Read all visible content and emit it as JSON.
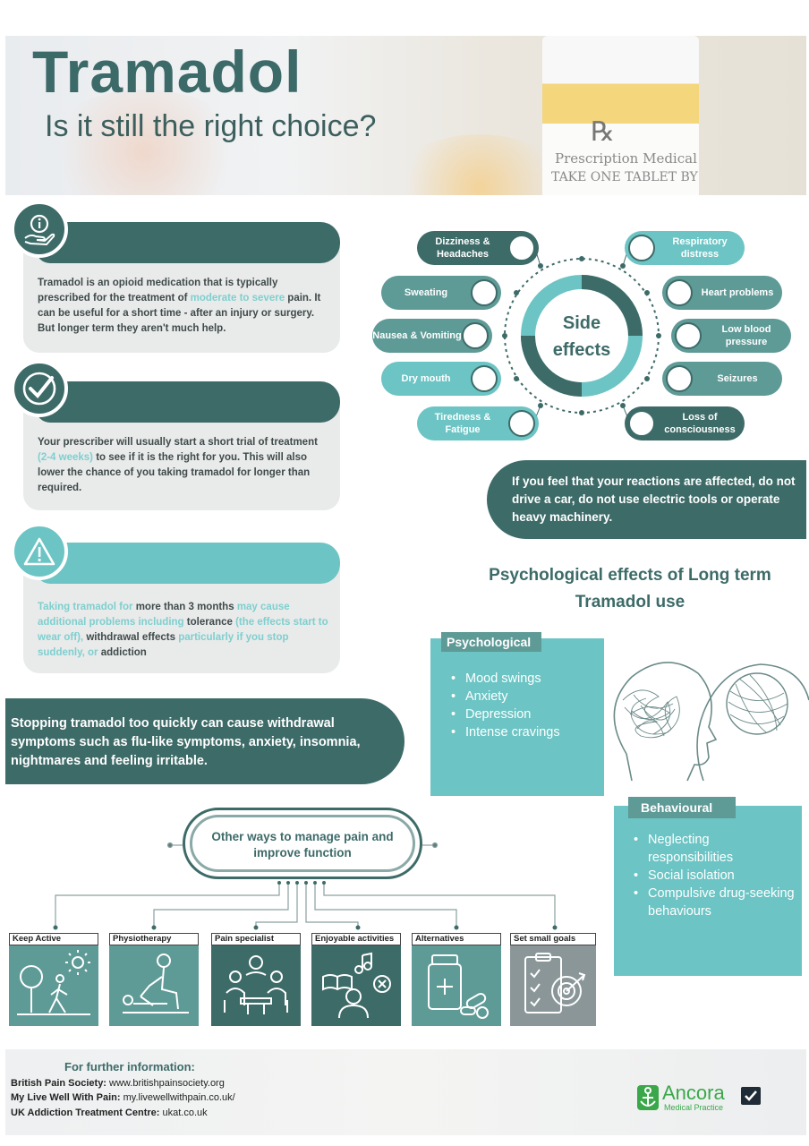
{
  "header": {
    "title": "Tramadol",
    "subtitle": "Is it still the right choice?",
    "bottle_rx": "℞",
    "bottle_label_1": "Prescription Medical",
    "bottle_label_2": "TAKE ONE TABLET BY"
  },
  "cards": [
    {
      "icon": "info-hand-icon",
      "text_parts": [
        {
          "t": "Tramadol is an opioid medication that is typically prescribed for the treatment of ",
          "hl": false
        },
        {
          "t": "moderate to severe",
          "hl": true
        },
        {
          "t": " pain. It can be useful for a short time - after an injury or surgery. But longer term they aren't much help.",
          "hl": false
        }
      ]
    },
    {
      "icon": "checkmark-icon",
      "text_parts": [
        {
          "t": "Your prescriber will usually start a short trial of treatment ",
          "hl": false
        },
        {
          "t": "(2-4 weeks)",
          "hl": true
        },
        {
          "t": " to see if it is the right for you. This will also lower the chance of you taking tramadol for longer than required.",
          "hl": false
        }
      ]
    },
    {
      "icon": "warning-icon",
      "text_parts": [
        {
          "t": "Taking tramadol for ",
          "hl": true
        },
        {
          "t": "more than 3 months ",
          "hl": false
        },
        {
          "t": "may cause additional problems including ",
          "hl": true
        },
        {
          "t": "tolerance ",
          "hl": false
        },
        {
          "t": "(the effects start to wear off), ",
          "hl": true
        },
        {
          "t": "withdrawal effects ",
          "hl": false
        },
        {
          "t": "particularly if you stop suddenly, or ",
          "hl": true
        },
        {
          "t": "addiction",
          "hl": false
        }
      ]
    }
  ],
  "withdrawal_banner": "Stopping tramadol too quickly can cause withdrawal symptoms such as flu-like symptoms, anxiety, insomnia, nightmares and feeling irritable.",
  "side_effects": {
    "center_label": "Side effects",
    "left": [
      "Dizziness & Headaches",
      "Sweating",
      "Nausea & Vomiting",
      "Dry mouth",
      "Tiredness & Fatigue"
    ],
    "right": [
      "Respiratory distress",
      "Heart problems",
      "Low blood pressure",
      "Seizures",
      "Loss of consciousness"
    ]
  },
  "driving_warning": "If you feel that your reactions are affected, do not drive a car, do not use electric tools or operate heavy machinery.",
  "psych_effects": {
    "heading": "Psychological effects of Long term Tramadol use",
    "psychological": {
      "title": "Psychological",
      "items": [
        "Mood swings",
        "Anxiety",
        "Depression",
        "Intense cravings"
      ]
    },
    "behavioural": {
      "title": "Behavioural",
      "items": [
        "Neglecting responsibilities",
        "Social isolation",
        "Compulsive drug-seeking behaviours"
      ]
    }
  },
  "manage_pain": {
    "heading": "Other ways to manage pain and improve function",
    "options": [
      {
        "label": "Keep Active",
        "icon": "walking-person-icon"
      },
      {
        "label": "Physiotherapy",
        "icon": "physiotherapy-icon"
      },
      {
        "label": "Pain specialist",
        "icon": "specialist-meeting-icon"
      },
      {
        "label": "Enjoyable activities",
        "icon": "activities-icon"
      },
      {
        "label": "Alternatives",
        "icon": "medicine-bottle-icon"
      },
      {
        "label": "Set small goals",
        "icon": "goal-target-icon"
      }
    ]
  },
  "footer": {
    "heading": "For further information:",
    "links": [
      {
        "name": "British Pain Society:",
        "url": "www.britishpainsociety.org"
      },
      {
        "name": "My Live Well With Pain:",
        "url": "my.livewellwithpain.co.uk/"
      },
      {
        "name": "UK Addiction Treatment Centre:",
        "url": "ukat.co.uk"
      }
    ],
    "logo_name": "Ancora",
    "logo_sub": "Medical Practice"
  },
  "colors": {
    "dark_teal": "#3d6b68",
    "mid_teal": "#5e9a96",
    "light_teal": "#6cc4c4",
    "card_grey": "#e9eaea"
  }
}
